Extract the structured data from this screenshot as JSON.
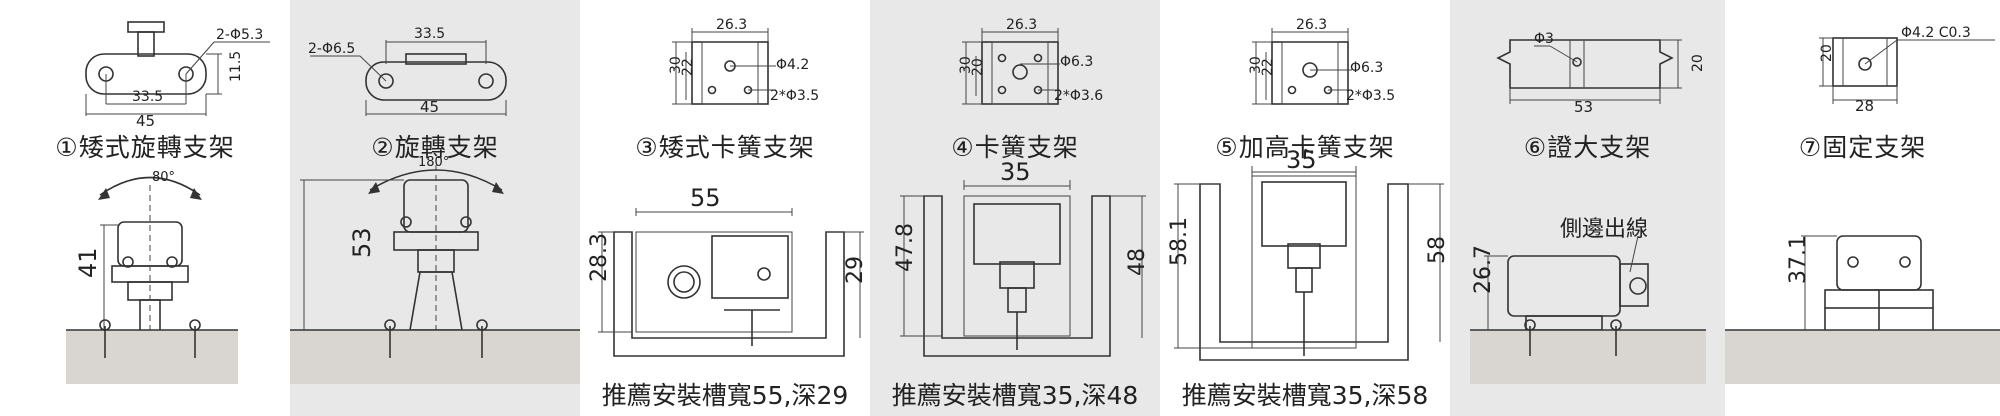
{
  "panels": [
    {
      "title": "①矮式旋轉支架",
      "top_dims": [
        "2-Φ5.3",
        "11.5",
        "33.5",
        "45"
      ],
      "angle": "80°",
      "height": "41",
      "background": "#ffffff"
    },
    {
      "title": "②旋轉支架",
      "top_dims": [
        "2-Φ6.5",
        "33.5",
        "45"
      ],
      "angle": "180°",
      "height": "53",
      "background": "#e8e8e8"
    },
    {
      "title": "③矮式卡簧支架",
      "top_dims": [
        "26.3",
        "30",
        "22",
        "Φ4.2",
        "2*Φ3.5"
      ],
      "width": "55",
      "height_left": "28.3",
      "height_right": "29",
      "recommendation": "推薦安裝槽寬55,深29",
      "background": "#ffffff"
    },
    {
      "title": "④卡簧支架",
      "top_dims": [
        "26.3",
        "30",
        "20",
        "Φ6.3",
        "2*Φ3.6"
      ],
      "width": "35",
      "height_left": "47.8",
      "height_right": "48",
      "recommendation": "推薦安裝槽寬35,深48",
      "background": "#e8e8e8"
    },
    {
      "title": "⑤加高卡簧支架",
      "top_dims": [
        "26.3",
        "30",
        "22",
        "Φ6.3",
        "2*Φ3.5"
      ],
      "width": "35",
      "height_left": "58.1",
      "height_right": "58",
      "recommendation": "推薦安裝槽寬35,深58",
      "background": "#ffffff"
    },
    {
      "title": "⑥證大支架",
      "top_dims": [
        "Φ3",
        "20",
        "53"
      ],
      "side_label": "側邊出線",
      "height": "26.7",
      "background": "#e8e8e8"
    },
    {
      "title": "⑦固定支架",
      "top_dims": [
        "20",
        "Φ4.2 C0.3",
        "28"
      ],
      "height": "37.1",
      "background": "#ffffff"
    }
  ]
}
